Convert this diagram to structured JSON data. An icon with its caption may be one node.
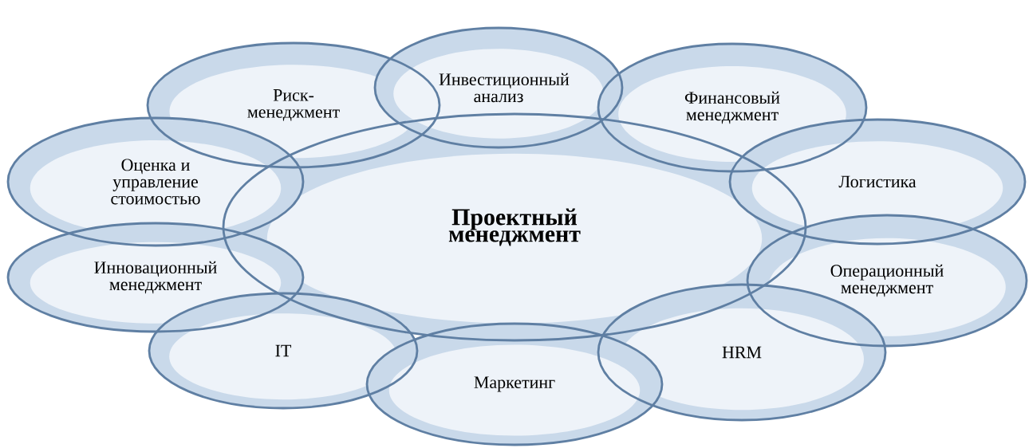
{
  "diagram": {
    "nodes": [
      {
        "text": [
          "Проектный менеджмент"
        ]
      },
      {
        "text": [
          "Риск-менеджмент"
        ]
      },
      {
        "text": [
          "Инвестиционный анализ"
        ]
      },
      {
        "text": [
          "Финансовый менеджмент"
        ]
      },
      {
        "text": [
          "Оценка и управление стоимостью"
        ]
      },
      {
        "text": [
          "Логистика"
        ]
      },
      {
        "text": [
          "Инновационный менеджмент"
        ]
      },
      {
        "text": [
          "Операционный менеджмент"
        ]
      },
      {
        "text": [
          "IT"
        ]
      },
      {
        "text": [
          "HRM"
        ]
      },
      {
        "text": [
          "Маркетинг"
        ]
      }
    ]
  }
}
